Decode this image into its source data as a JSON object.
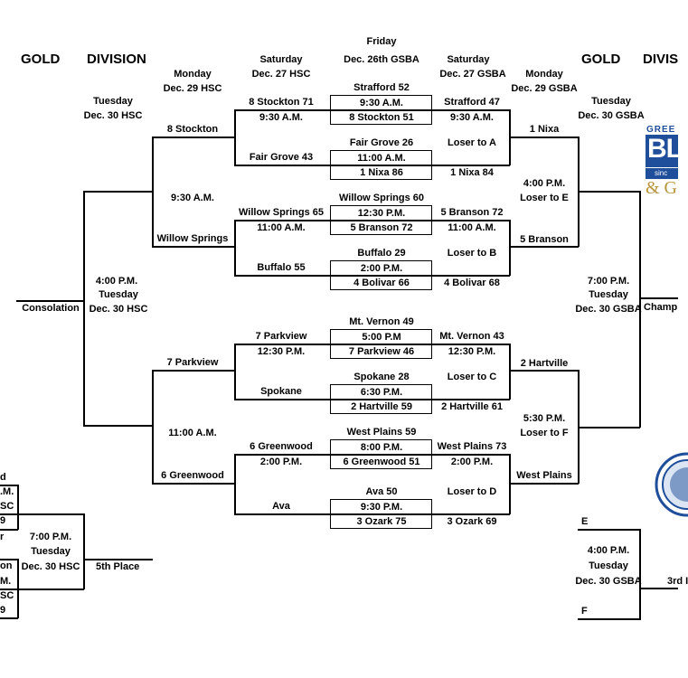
{
  "headers": {
    "left_gold": "GOLD",
    "left_division": "DIVISION",
    "right_gold": "GOLD",
    "right_division": "DIVIS"
  },
  "dates": {
    "l_tue_1": "Tuesday",
    "l_tue_2": "Dec. 30 HSC",
    "l_mon_1": "Monday",
    "l_mon_2": "Dec. 29 HSC",
    "l_sat_1": "Saturday",
    "l_sat_2": "Dec. 27 HSC",
    "fri_1": "Friday",
    "fri_2": "Dec. 26th GSBA",
    "r_sat_1": "Saturday",
    "r_sat_2": "Dec. 27 GSBA",
    "r_mon_1": "Monday",
    "r_mon_2": "Dec. 29 GSBA",
    "r_tue_1": "Tuesday",
    "r_tue_2": "Dec. 30 GSBA"
  },
  "friday_games": [
    {
      "top": "Strafford 52",
      "time": "9:30 A.M.",
      "bottom": "8 Stockton 51"
    },
    {
      "top": "Fair Grove 26",
      "time": "11:00 A.M.",
      "bottom": "1 Nixa 86"
    },
    {
      "top": "Willow Springs 60",
      "time": "12:30 P.M.",
      "bottom": "5 Branson 72"
    },
    {
      "top": "Buffalo 29",
      "time": "2:00 P.M.",
      "bottom": "4 Bolivar 66"
    },
    {
      "top": "Mt. Vernon 49",
      "time": "5:00 P.M",
      "bottom": "7 Parkview 46"
    },
    {
      "top": "Spokane 28",
      "time": "6:30 P.M.",
      "bottom": "2 Hartville 59"
    },
    {
      "top": "West Plains 59",
      "time": "8:00 P.M.",
      "bottom": "6 Greenwood 51"
    },
    {
      "top": "Ava 50",
      "time": "9:30 P.M.",
      "bottom": "3 Ozark 75"
    }
  ],
  "left_saturday": [
    {
      "top": "8 Stockton 71",
      "time": "9:30 A.M.",
      "bottom": "Fair Grove 43"
    },
    {
      "top": "Willow Springs 65",
      "time": "11:00 A.M.",
      "bottom": "Buffalo 55"
    },
    {
      "top": "7 Parkview",
      "time": "12:30 P.M.",
      "bottom": "Spokane"
    },
    {
      "top": "6 Greenwood",
      "time": "2:00 P.M.",
      "bottom": "Ava"
    }
  ],
  "right_saturday": [
    {
      "top": "Strafford 47",
      "time": "9:30 A.M.",
      "bottom": "1 Nixa 84"
    },
    {
      "top": "5 Branson 72",
      "time": "11:00 A.M.",
      "bottom": "4 Bolivar 68"
    },
    {
      "top": "Mt. Vernon 43",
      "time": "12:30 P.M.",
      "bottom": "2 Hartville 61"
    },
    {
      "top": "West Plains 73",
      "time": "2:00 P.M.",
      "bottom": "3 Ozark 69"
    }
  ],
  "right_losers": [
    "Loser to A",
    "Loser to B",
    "Loser to C",
    "Loser to D"
  ],
  "left_monday": [
    {
      "top": "8 Stockton",
      "time": "9:30 A.M.",
      "bottom": "Willow Springs"
    },
    {
      "top": "7 Parkview",
      "time": "11:00 A.M.",
      "bottom": "6 Greenwood"
    }
  ],
  "right_monday": [
    {
      "top": "1 Nixa",
      "time": "4:00 P.M.",
      "note": "Loser to E",
      "bottom": "5 Branson"
    },
    {
      "top": "2 Hartville",
      "time": "5:30 P.M.",
      "note": "Loser to F",
      "bottom": "West Plains"
    }
  ],
  "left_tuesday": {
    "time": "4:00 P.M.",
    "day": "Tuesday",
    "date": "Dec. 30 HSC",
    "label": "Consolation"
  },
  "right_tuesday": {
    "time": "7:00 P.M.",
    "day": "Tuesday",
    "date": "Dec. 30 GSBA",
    "label": "Champ"
  },
  "fifth_place": {
    "time": "7:00 P.M.",
    "day": "Tuesday",
    "date": "Dec. 30 HSC",
    "label": "5th Place",
    "frag": [
      "d",
      ".M.",
      "SC",
      "9",
      "r",
      "on",
      "M.",
      "SC",
      "9"
    ]
  },
  "third_place": {
    "e": "E",
    "f": "F",
    "time": "4:00 P.M.",
    "day": "Tuesday",
    "date": "Dec. 30 GSBA",
    "label": "3rd I"
  },
  "logo": {
    "line1": "GREE",
    "line2": "BL",
    "line3": "sinc",
    "line4": "& G"
  },
  "colors": {
    "lines": "#000000",
    "logo_blue": "#1f4e9a",
    "logo_gold": "#b8963c"
  }
}
